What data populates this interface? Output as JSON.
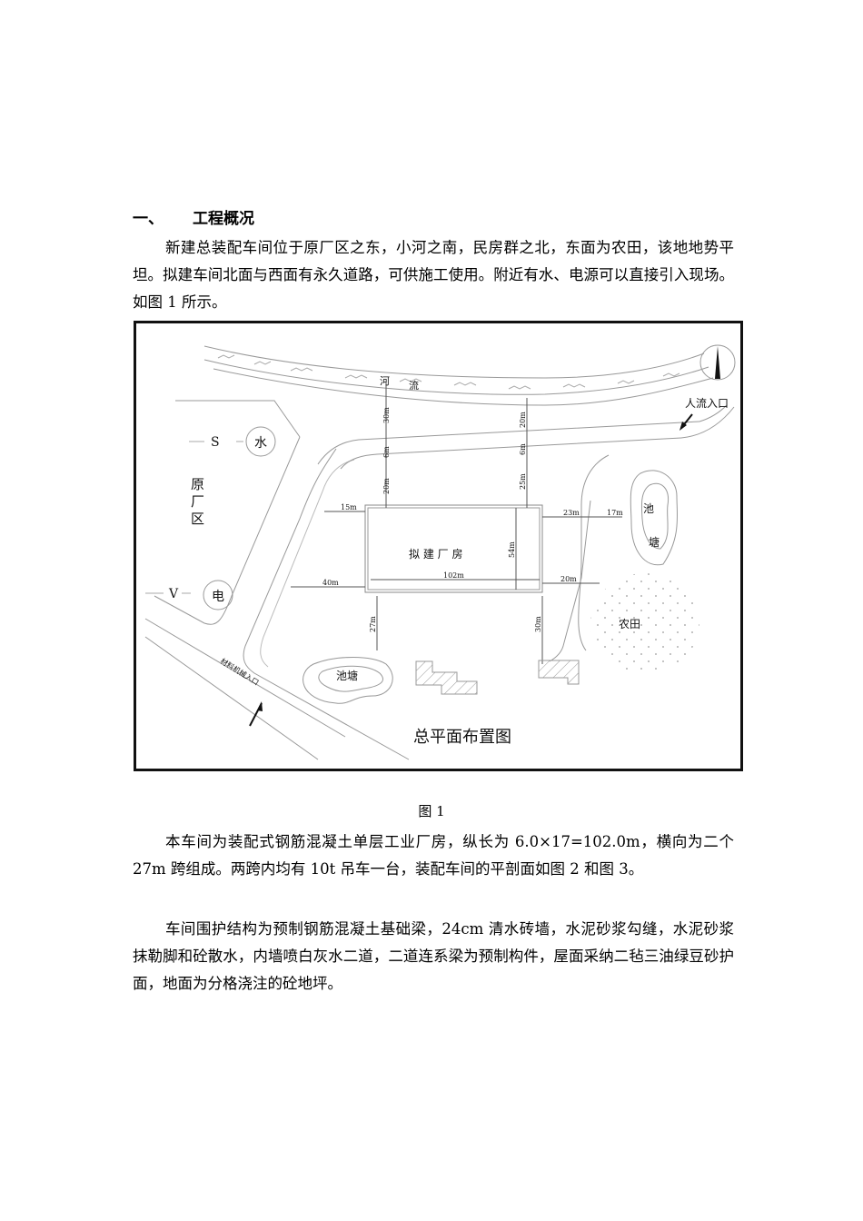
{
  "section": {
    "number": "一、",
    "title": "工程概况"
  },
  "paragraphs": {
    "p1": "新建总装配车间位于原厂区之东，小河之南，民房群之北，东面为农田，该地地势平坦。拟建车间北面与西面有永久道路，可供施工使用。附近有水、电源可以直接引入现场。如图 1 所示。",
    "p2": "本车间为装配式钢筋混凝土单层工业厂房，纵长为 6.0×17=102.0m，横向为二个 27m 跨组成。两跨内均有 10t 吊车一台，装配车间的平剖面如图 2 和图 3。",
    "p3": "车间围护结构为预制钢筋混凝土基础梁，24cm 清水砖墙，水泥砂浆勾缝，水泥砂浆抹勒脚和砼散水，内墙喷白灰水二道，二道连系梁为预制构件，屋面采纳二毡三油绿豆砂护面，地面为分格浇注的砼地坪。"
  },
  "figure": {
    "caption": "图 1",
    "title": "总平面布置图",
    "labels": {
      "river_1": "河",
      "river_2": "流",
      "old_factory": [
        "原",
        "厂",
        "区"
      ],
      "water_symbol": "S",
      "water": "水",
      "power_symbol": "V",
      "power": "电",
      "building": "拟 建 厂 房",
      "pond_west": "池塘",
      "pond_east_1": "池",
      "pond_east_2": "塘",
      "farmland": "农田",
      "people_entrance": "人流入口",
      "material_entrance": "材料机械入口"
    },
    "dimensions": {
      "river_to_road_west": "30m",
      "road_width_west": "6m",
      "road_to_building_west": "20m",
      "river_to_road_east": "20m",
      "road_width_east": "6m",
      "road_to_building_east": "25m",
      "west_road_to_building_top": "15m",
      "west_road_to_building_bottom": "40m",
      "building_length": "102m",
      "building_width": "54m",
      "building_to_road_east": "23m",
      "road_to_pond_east": "17m",
      "building_to_road_east_bottom": "20m",
      "building_to_pond_south": "27m",
      "building_to_houses_south": "30m"
    }
  }
}
